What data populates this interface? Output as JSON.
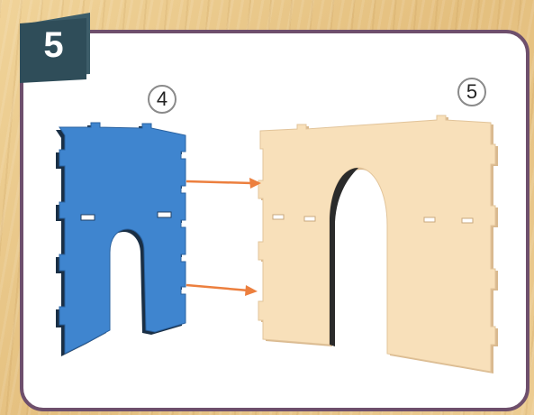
{
  "step": {
    "number": "5",
    "badge_color": "#2f4d59"
  },
  "callouts": {
    "left_part": "4",
    "right_part": "5"
  },
  "parts": {
    "left_piece_color": "#3f85cf",
    "right_piece_color": "#f8e0ba"
  },
  "arrows": {
    "color": "#ec7f3e",
    "count": 2
  },
  "panel": {
    "border_color": "#6e4f6c"
  }
}
